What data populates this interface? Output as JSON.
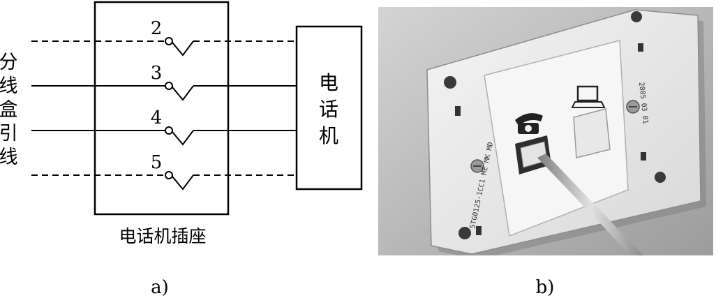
{
  "diagram": {
    "left_label": [
      "分",
      "线",
      "盒",
      "引",
      "线"
    ],
    "socket_label": "电话机插座",
    "phone_label": [
      "电",
      "话",
      "机"
    ],
    "terminals": [
      {
        "number": "2",
        "line": "dashed"
      },
      {
        "number": "3",
        "line": "solid"
      },
      {
        "number": "4",
        "line": "solid"
      },
      {
        "number": "5",
        "line": "dashed"
      }
    ],
    "caption": "a)"
  },
  "photo": {
    "caption": "b)",
    "plate_text_left": "5TG0125-1CC1   ME MK MD",
    "plate_text_right": "2005 03 01",
    "phone_icon": "telephone-icon",
    "computer_icon": "computer-icon"
  }
}
